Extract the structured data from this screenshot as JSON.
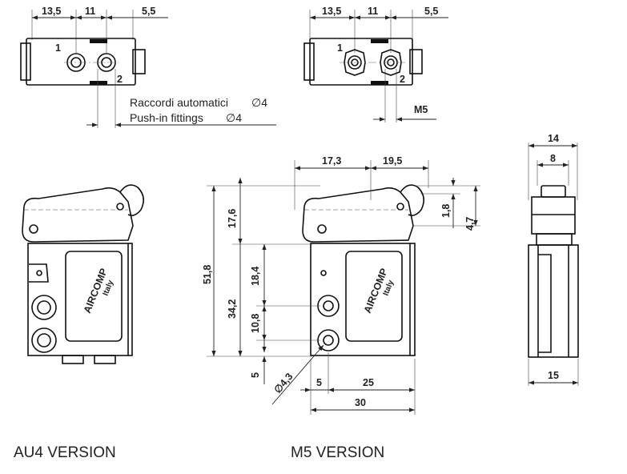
{
  "captions": {
    "au4": "AU4 VERSION",
    "m5": "M5 VERSION"
  },
  "top_left": {
    "dim_a": "13,5",
    "dim_b": "11",
    "dim_c": "5,5",
    "port_1": "1",
    "port_2": "2",
    "note_it": "Raccordi automatici",
    "note_it_size": "∅4",
    "note_en": "Push-in fittings",
    "note_en_size": "∅4"
  },
  "top_right": {
    "dim_a": "13,5",
    "dim_b": "11",
    "dim_c": "5,5",
    "port_1": "1",
    "port_2": "2",
    "thread": "M5"
  },
  "front": {
    "dim_17_3": "17,3",
    "dim_19_5": "19,5",
    "dim_17_6": "17,6",
    "dim_1_8": "1,8",
    "dim_4_7": "4,7",
    "dim_51_8": "51,8",
    "dim_18_4": "18,4",
    "dim_34_2": "34,2",
    "dim_10_8": "10,8",
    "dim_5v": "5",
    "dim_4_3": "∅4,3",
    "dim_5h": "5",
    "dim_25": "25",
    "dim_30": "30"
  },
  "side": {
    "dim_14": "14",
    "dim_8": "8",
    "dim_15": "15"
  },
  "brand": {
    "logo": "AIRCOMP",
    "logo_sub": "Italy"
  }
}
